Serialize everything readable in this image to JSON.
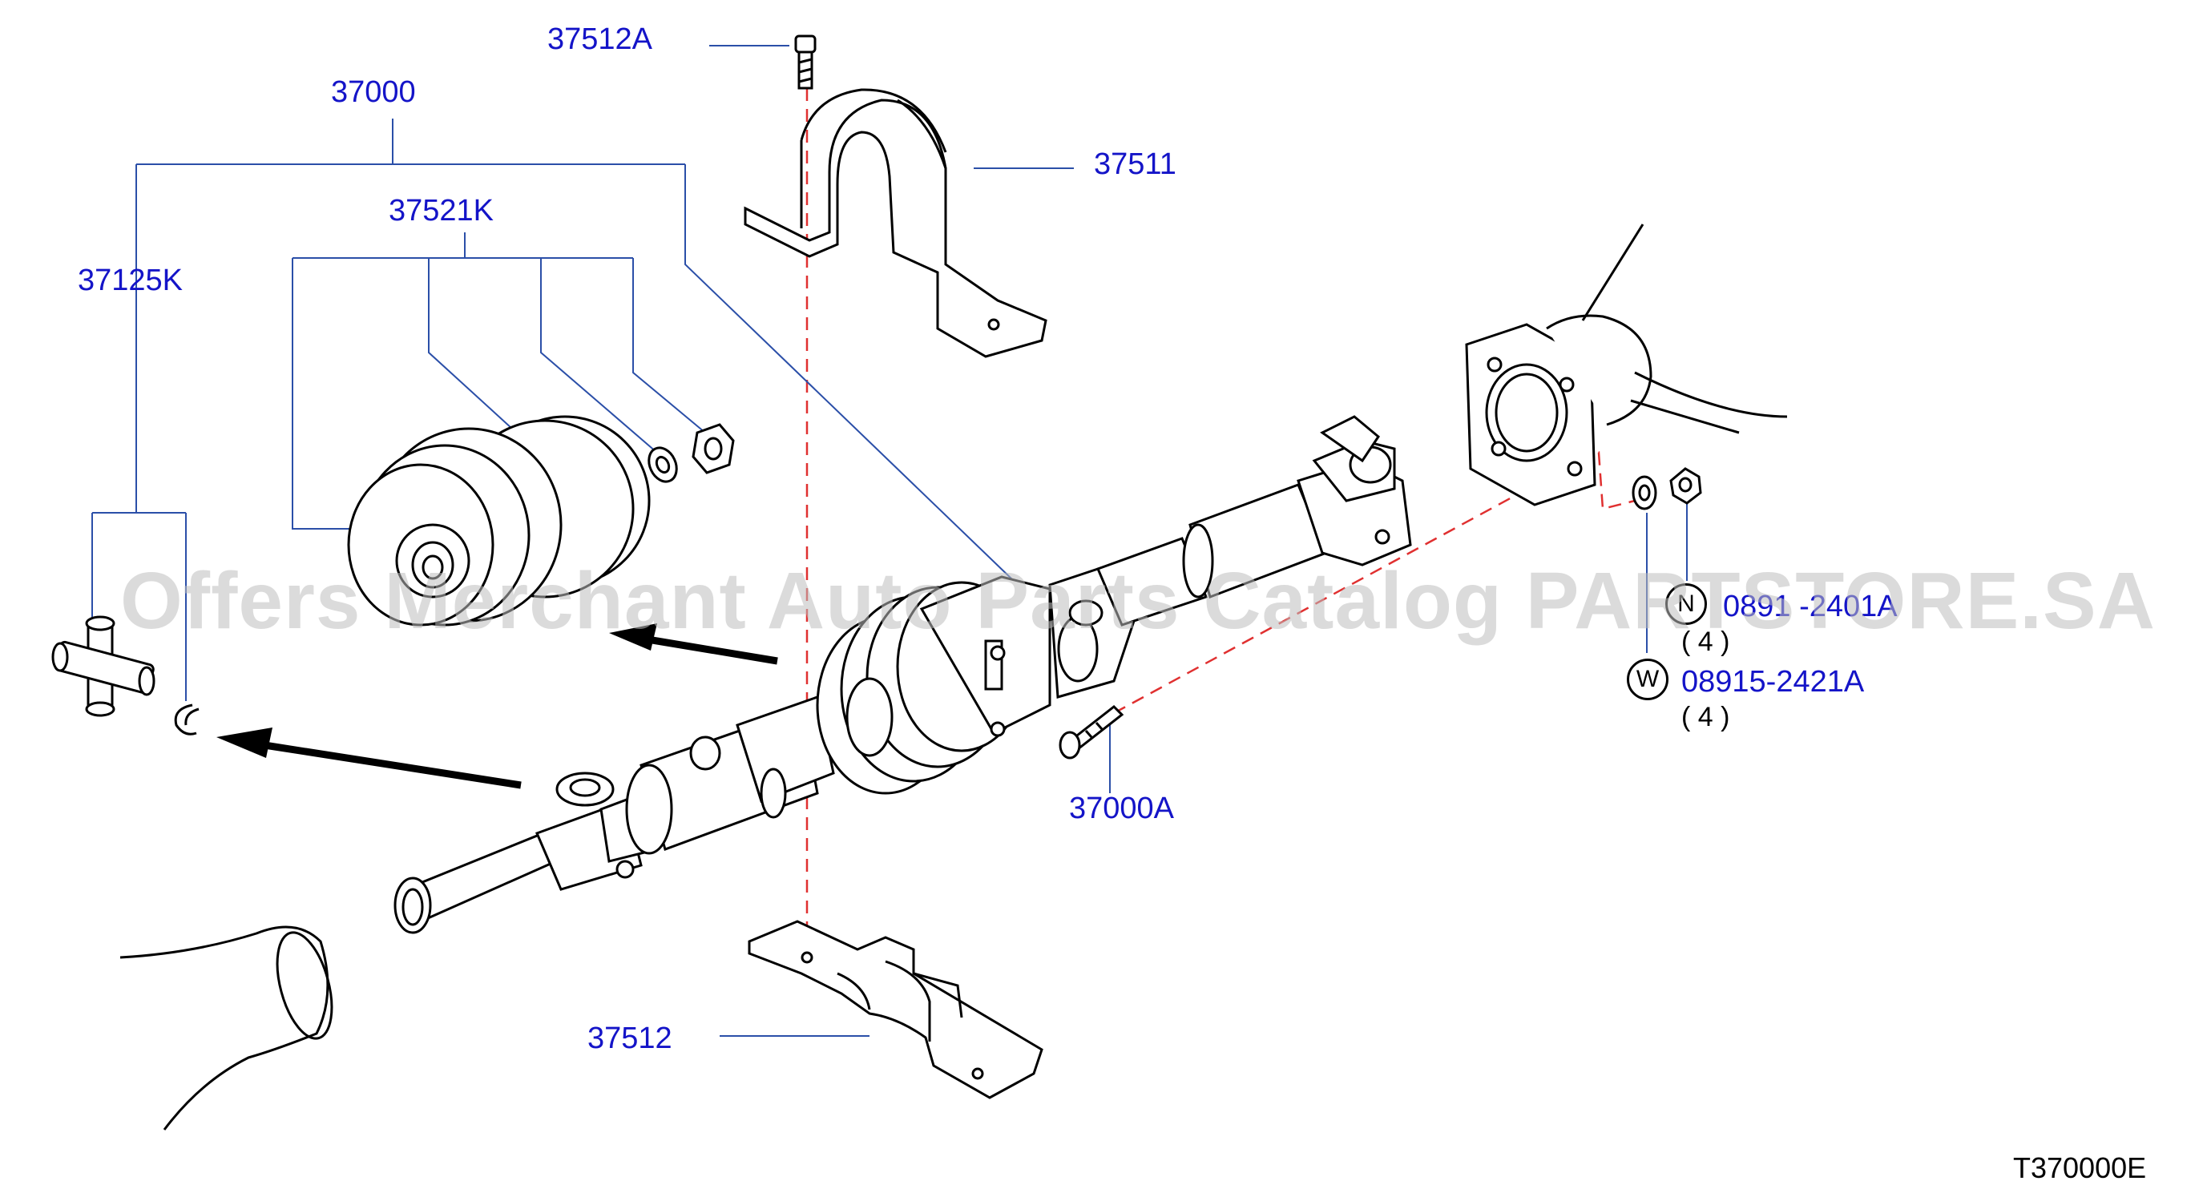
{
  "labels": {
    "p37512A": "37512A",
    "p37000": "37000",
    "p37511": "37511",
    "p37521K": "37521K",
    "p37125K": "37125K",
    "p37000A": "37000A",
    "p37512": "37512",
    "nut_code": "0891 -2401A",
    "nut_qty": "( 4 )",
    "nut_symbol": "N",
    "washer_code": "08915-2421A",
    "washer_qty": "( 4 )",
    "washer_symbol": "W"
  },
  "watermark": "Offers Merchant Auto Parts Catalog PARTSTORE.SA",
  "drawing_code": "T370000E",
  "colors": {
    "label": "#1414c8",
    "leader": "#2b4fa8",
    "centerline": "#e03030",
    "watermark": "#bebebe"
  }
}
